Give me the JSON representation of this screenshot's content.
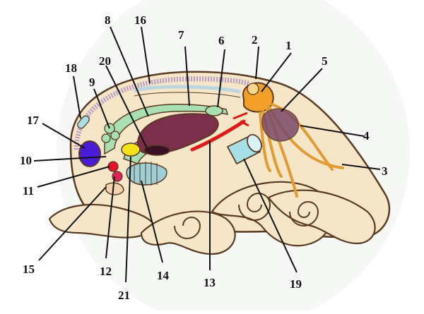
{
  "diagram": {
    "labels": [
      "1",
      "2",
      "3",
      "4",
      "5",
      "6",
      "7",
      "8",
      "9",
      "10",
      "11",
      "12",
      "13",
      "14",
      "15",
      "16",
      "17",
      "18",
      "19",
      "20",
      "21"
    ]
  },
  "colors": {
    "body": "#f6e6c8",
    "outline": "#5a3a22",
    "mantle_band": "#b79bc6",
    "gut": "#a8e0b4",
    "liver": "#7b2f4a",
    "ganglion": "#f2a02a",
    "nerve": "#e39a32",
    "branchial_sac": "#7a4a6a",
    "vessel": "#e01818",
    "siphon": "#a6dfe6",
    "yellow_organ": "#f5e11c",
    "blue_eye": "#4a1cd8",
    "red_organ": "#e6112a",
    "pink_organ": "#e0245a",
    "coil": "#9fcfd6"
  }
}
